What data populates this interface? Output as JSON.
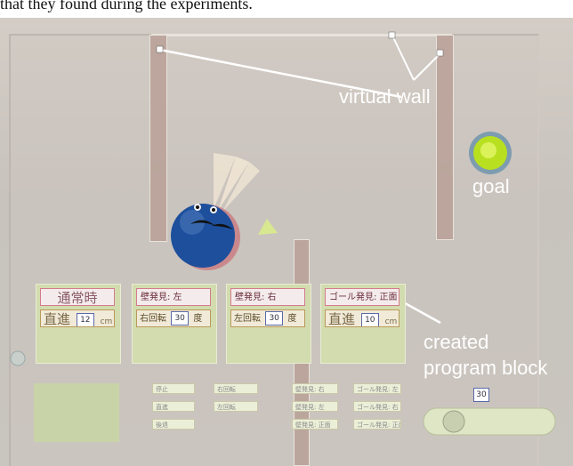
{
  "caption": "that they found during the experiments.",
  "labels": {
    "virtual_wall": "virtual wall",
    "goal": "goal",
    "created_line1": "created",
    "created_line2": "program block"
  },
  "blocks": [
    {
      "head": "通常時",
      "action": "直進",
      "value": "12",
      "unit": "cm"
    },
    {
      "head": "壁発見: 左",
      "action": "右回転",
      "value": "30",
      "unit": "度"
    },
    {
      "head": "壁発見: 右",
      "action": "左回転",
      "value": "30",
      "unit": "度"
    },
    {
      "head": "ゴール発見: 正面",
      "action": "直進",
      "value": "10",
      "unit": "cm"
    }
  ],
  "palette_left": [
    "停止",
    "直進",
    "後退"
  ],
  "palette_left2": [
    "右回転",
    "左回転"
  ],
  "palette_right": [
    "壁発見: 右",
    "壁発見: 左",
    "壁発見: 正面"
  ],
  "palette_right2": [
    "ゴール発見: 左",
    "ゴール発見: 右",
    "ゴール発見: 正面"
  ],
  "counter_value": "30",
  "colors": {
    "projection": "#c9c4be",
    "wall": "#b9a096",
    "block": "#d3dcaf",
    "goal": "#b8e020",
    "robot": "#1d4f9c"
  }
}
